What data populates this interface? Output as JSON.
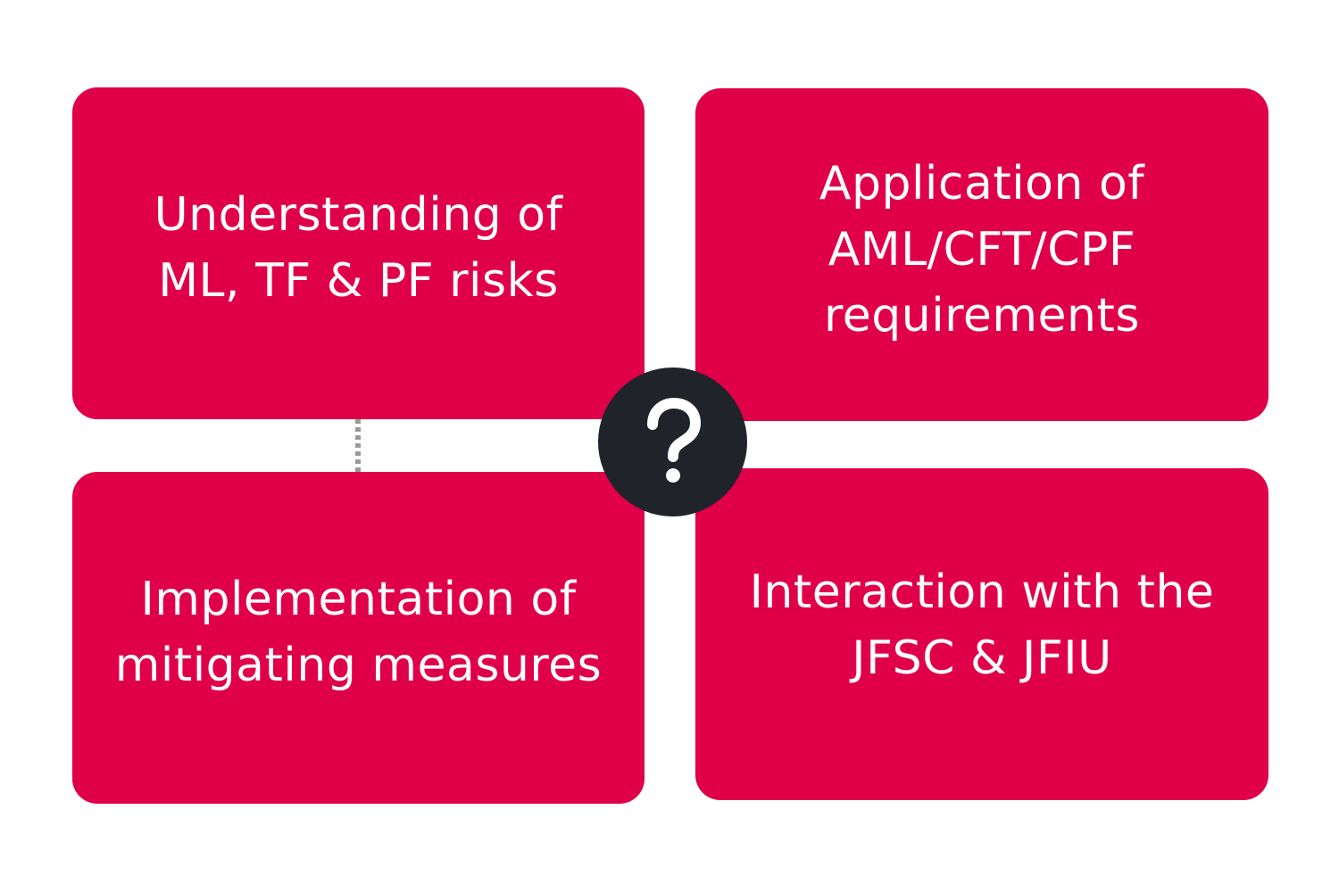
{
  "colors": {
    "card": "#e0004a",
    "center": "#21232b",
    "text": "#ffffff",
    "connector": "#9a9a9a"
  },
  "cards": {
    "top_left": {
      "lines": [
        "Understanding of",
        "ML, TF & PF risks"
      ]
    },
    "top_right": {
      "lines": [
        "Application of",
        "AML/CFT/CPF",
        "requirements"
      ]
    },
    "bottom_left": {
      "lines": [
        "Implementation of",
        "mitigating measures"
      ]
    },
    "bottom_right": {
      "lines": [
        "Interaction with the",
        "JFSC & JFIU"
      ]
    }
  },
  "center": {
    "icon": "question-mark-icon"
  }
}
